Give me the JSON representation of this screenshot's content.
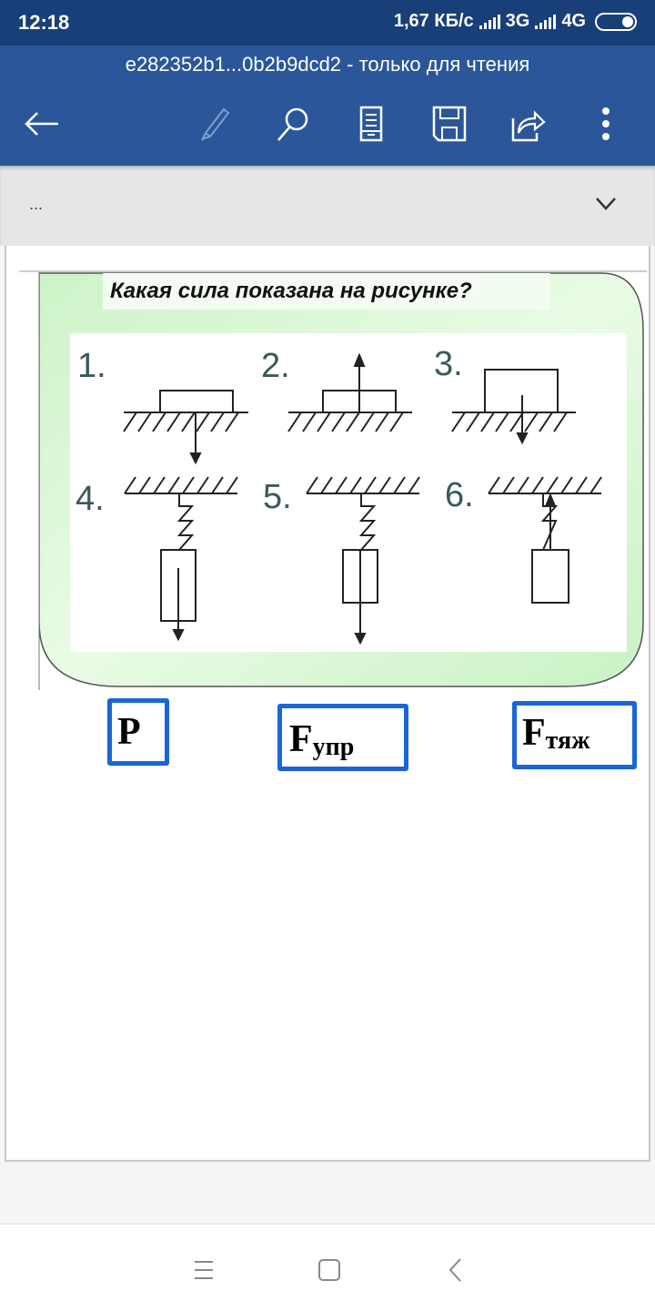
{
  "status_bar": {
    "time": "12:18",
    "speed": "1,67 КБ/с",
    "network1": "3G",
    "network2": "4G"
  },
  "app_bar": {
    "title": "e282352b1...0b2b9dcd2 - только для чтения",
    "icons": [
      "back-arrow-icon",
      "edit-pencil-icon",
      "search-icon",
      "mobile-view-icon",
      "save-icon",
      "share-icon",
      "more-vert-icon"
    ]
  },
  "ribbon": {
    "ellipsis": "...",
    "expand_icon": "chevron-down-icon"
  },
  "document": {
    "figure": {
      "question": "Какая сила показана на рисунке?",
      "labels": [
        "1.",
        "2.",
        "3.",
        "4.",
        "5.",
        "6."
      ],
      "colors": {
        "green_bg": "#d4f5d0",
        "label": "#3a5a5a"
      }
    },
    "answers": [
      {
        "main": "P",
        "sub": ""
      },
      {
        "main": "F",
        "sub": "упр"
      },
      {
        "main": "F",
        "sub": "тяж"
      }
    ],
    "box_color": "#1a66d6"
  },
  "nav_bar": {
    "buttons": [
      "menu-icon",
      "home-icon",
      "back-icon"
    ]
  }
}
